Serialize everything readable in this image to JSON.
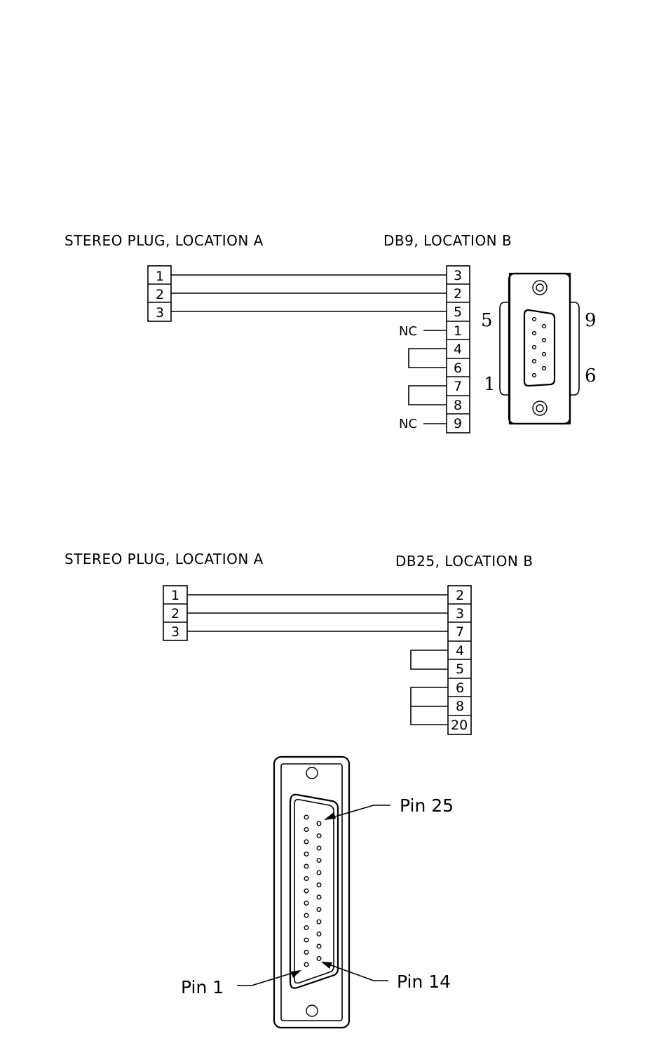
{
  "diagram1": {
    "left_title": "STEREO PLUG, LOCATION A",
    "right_title": "DB9, LOCATION B",
    "left_pins": [
      "1",
      "2",
      "3"
    ],
    "right_pins": [
      "3",
      "2",
      "5",
      "1",
      "4",
      "6",
      "7",
      "8",
      "9"
    ],
    "nc_label": "NC",
    "connector_labels": {
      "top_left": "5",
      "top_right": "9",
      "bottom_left": "1",
      "bottom_right": "6"
    }
  },
  "diagram2": {
    "left_title": "STEREO PLUG, LOCATION A",
    "right_title": "DB25, LOCATION B",
    "left_pins": [
      "1",
      "2",
      "3"
    ],
    "right_pins": [
      "2",
      "3",
      "7",
      "4",
      "5",
      "6",
      "8",
      "20"
    ],
    "callouts": {
      "pin25": "Pin 25",
      "pin1": "Pin 1",
      "pin14": "Pin 14"
    }
  }
}
